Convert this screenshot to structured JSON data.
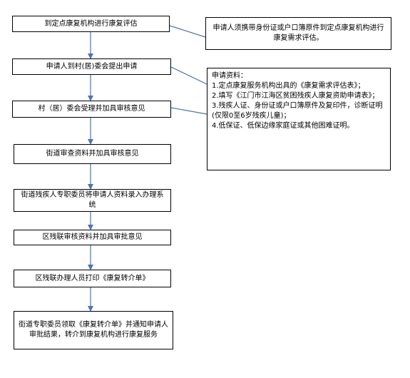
{
  "steps": [
    "到定点康复机构进行康复评估",
    "申请人到村(居)委会提出申请",
    "村（居）委会受理并加具审核意见",
    "街道审查资料并加具审核意见",
    "街道残疾人专职委员将申请人资料录入办理系统",
    "区残联审核资料并加具审批意见",
    "区残联办理人员打印《康复转介单》",
    "街道专职委员领取《康复转介单》并通知申请人审批结果，转介到康复机构进行康复服务"
  ],
  "notes": {
    "evaluation": "申请人须携带身份证或户口簿原件到定点康复机构进行康复需求评估。",
    "materials": {
      "title": "申请资料：",
      "items": [
        "1.定点康复服务机构出具的《康复需求评估表》；",
        "2.填写《江门市江海区贫困残疾人康复资助申请表》；",
        "3.残疾人证、身份证或户口簿原件及复印件，诊断证明(仅限0至6岁残疾儿童)；",
        "4.低保证、低保边缘家庭证或其他困难证明。"
      ]
    }
  }
}
